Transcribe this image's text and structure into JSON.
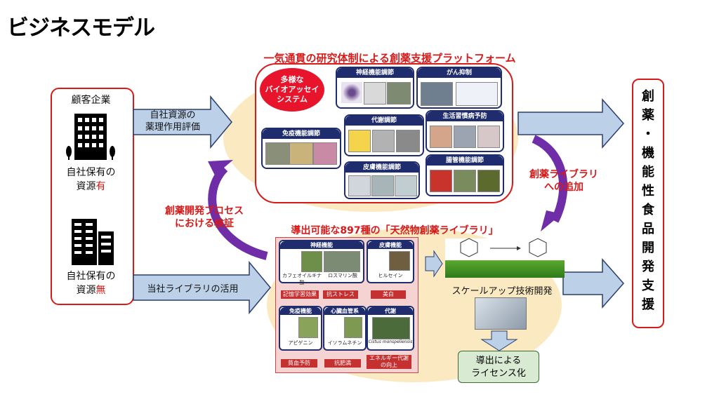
{
  "title": "ビジネスモデル",
  "platform_title": "一気通貫の研究体制による創薬支援プラットフォーム",
  "platform": {
    "assay": [
      "多様な",
      "バイオアッセイ",
      "システム"
    ],
    "boxes": [
      "神経機能調節",
      "がん抑制",
      "免疫機能調節",
      "代謝調節",
      "生活習慣病予防",
      "皮膚機能調節",
      "腸管機能調節"
    ]
  },
  "customer": {
    "title": "顧客企業",
    "with_resources": [
      "自社保有の",
      "資源",
      "有"
    ],
    "without_resources": [
      "自社保有の",
      "資源",
      "無"
    ]
  },
  "arrows": {
    "evaluate": [
      "自社資源の",
      "薬理作用評価"
    ],
    "use_library": "当社ライブラリの活用",
    "add_library": [
      "創薬ライブラリ",
      "への追加"
    ],
    "verify": [
      "創薬開発プロセス",
      "における検証"
    ]
  },
  "library_title": "導出可能な897種の「天然物創薬ライブラリ」",
  "library": {
    "cells": [
      {
        "header": "神経機能",
        "captions": [
          "カフェオイルキナ酸",
          "ロスマリン酸"
        ],
        "effects": [
          "記憶学習効果",
          "抗ストレス"
        ]
      },
      {
        "header": "皮膚機能",
        "captions": [
          "ヒルセイン"
        ],
        "effects": [
          "美白"
        ]
      },
      {
        "header": "免疫機能",
        "captions": [
          "アピゲニン"
        ],
        "effects": [
          "貧血予防"
        ]
      },
      {
        "header": "心臓血管系",
        "captions": [
          "イソラムネチン"
        ],
        "effects": [
          "抗肥満"
        ]
      },
      {
        "header": "代謝",
        "captions": [
          "Cistus monspeliensis"
        ],
        "effects": [
          "エネルギー代謝",
          "の向上"
        ]
      }
    ]
  },
  "scaleup": "スケールアップ技術開発",
  "license": [
    "導出による",
    "ライセンス化"
  ],
  "right_box": [
    "創",
    "薬",
    "・",
    "機",
    "能",
    "性",
    "食",
    "品",
    "開",
    "発",
    "支",
    "援"
  ]
}
